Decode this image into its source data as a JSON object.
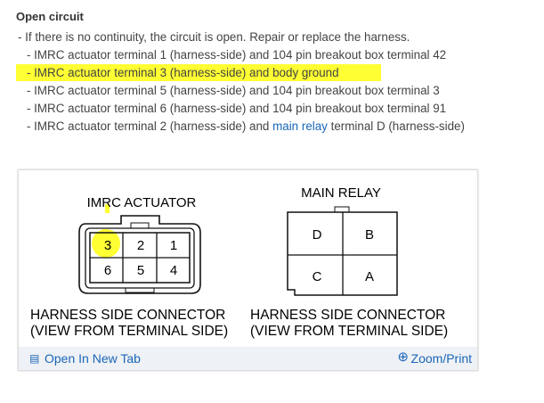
{
  "heading": "Open circuit",
  "intro": "- If there is no continuity, the circuit is open. Repair or replace the harness.",
  "items": [
    {
      "text": "- IMRC actuator terminal 1 (harness-side) and 104 pin breakout box terminal 42"
    },
    {
      "text": "- IMRC actuator terminal 3 (harness-side) and body ground",
      "highlighted": true
    },
    {
      "text": "- IMRC actuator terminal 5 (harness-side) and 104 pin breakout box terminal 3"
    },
    {
      "text": "- IMRC actuator terminal 6 (harness-side) and 104 pin breakout box terminal 91"
    },
    {
      "pre": "- IMRC actuator terminal 2 (harness-side) and ",
      "link": "main relay",
      "post": " terminal D (harness-side)"
    }
  ],
  "diagram": {
    "imrc_title": "IMRC ACTUATOR",
    "imrc_terminals": [
      "3",
      "2",
      "1",
      "6",
      "5",
      "4"
    ],
    "highlighted_terminal": "3",
    "relay_title": "MAIN RELAY",
    "relay_terminals": [
      "D",
      "B",
      "C",
      "A"
    ],
    "caption1": "HARNESS SIDE CONNECTOR",
    "caption2": "(VIEW FROM TERMINAL SIDE)",
    "highlight_color": "#ffff33"
  },
  "footer": {
    "open_label": "Open In New Tab",
    "zoom_label": "Zoom/Print"
  }
}
